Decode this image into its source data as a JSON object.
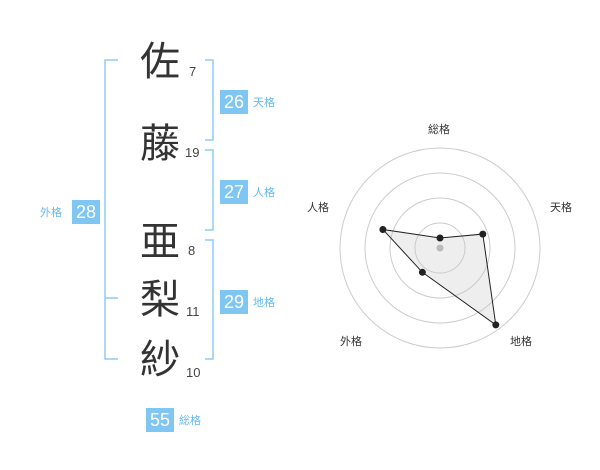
{
  "name": {
    "chars": [
      {
        "char": "佐",
        "strokes": "7"
      },
      {
        "char": "藤",
        "strokes": "19"
      },
      {
        "char": "亜",
        "strokes": "8"
      },
      {
        "char": "梨",
        "strokes": "11"
      },
      {
        "char": "紗",
        "strokes": "10"
      }
    ]
  },
  "kakusu": {
    "tenkaku": {
      "value": "26",
      "label": "天格"
    },
    "jinkaku": {
      "value": "27",
      "label": "人格"
    },
    "chikaku": {
      "value": "29",
      "label": "地格"
    },
    "gaikaku": {
      "value": "28",
      "label": "外格"
    },
    "soukaku": {
      "value": "55",
      "label": "総格"
    }
  },
  "colors": {
    "accent": "#7fc6f2",
    "label": "#66b8ea",
    "bracket": "#8fcbf0"
  },
  "chart_data": {
    "type": "radar",
    "axes": [
      "総格",
      "天格",
      "地格",
      "外格",
      "人格"
    ],
    "values": [
      0.1,
      0.45,
      0.95,
      0.3,
      0.6
    ],
    "rings": 4,
    "range": [
      0,
      1
    ],
    "grid": true
  }
}
